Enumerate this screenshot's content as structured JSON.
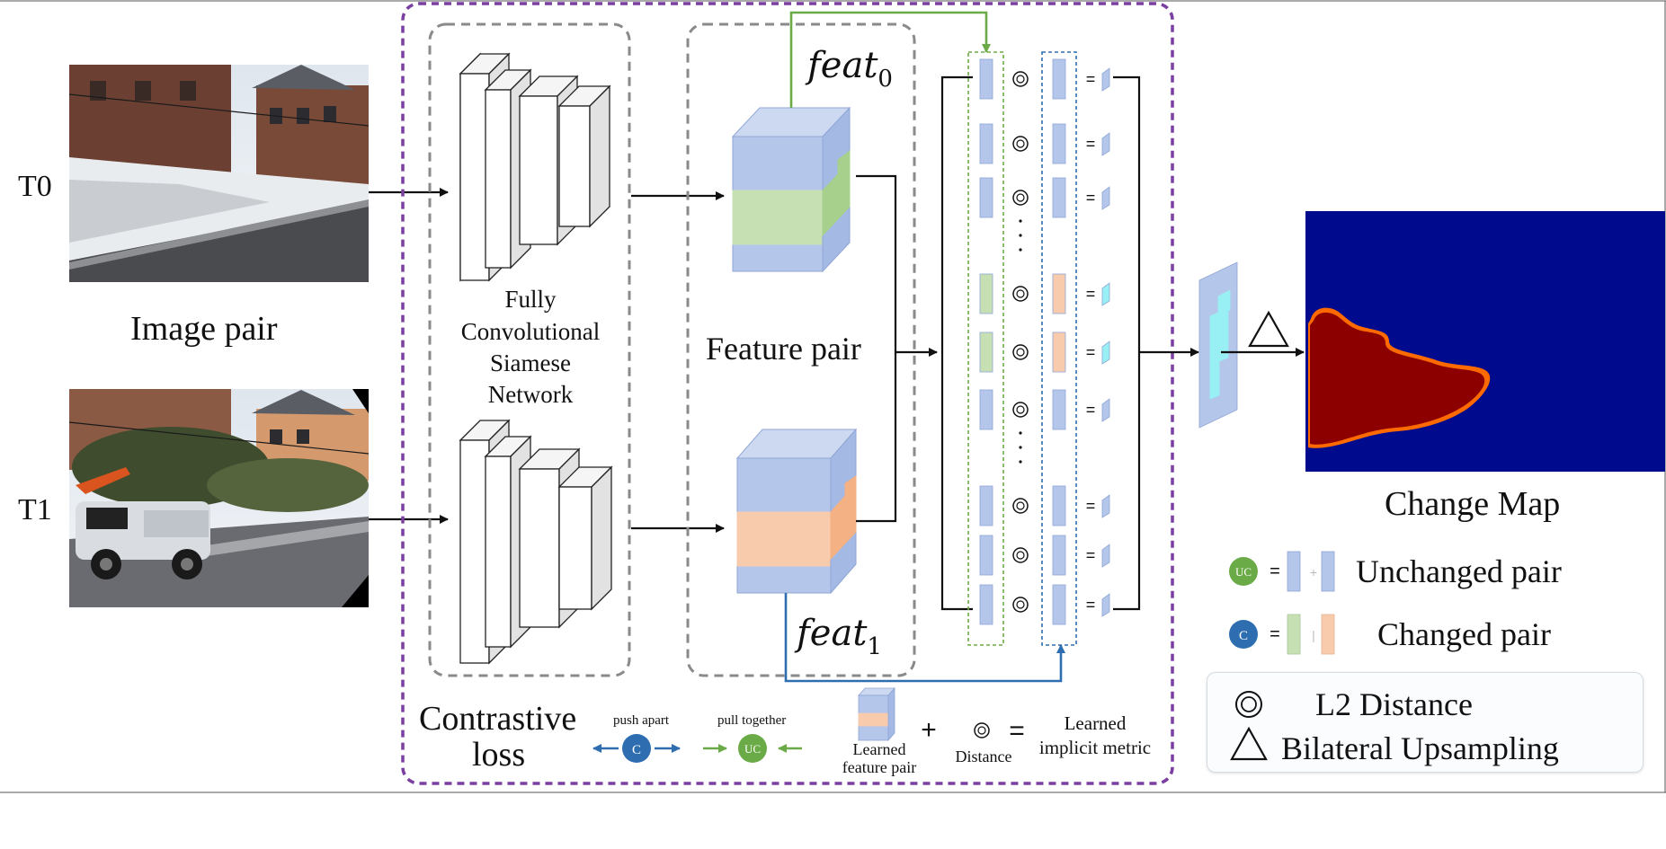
{
  "inputs": {
    "t0_label": "T0",
    "t1_label": "T1",
    "image_pair_label": "Image pair"
  },
  "siamese": {
    "label_line1": "Fully",
    "label_line2": "Convolutional",
    "label_line3": "Siamese",
    "label_line4": "Network"
  },
  "features": {
    "feat0_label": "feat",
    "feat0_sub": "0",
    "feat1_label": "feat",
    "feat1_sub": "1",
    "feature_pair_label": "Feature pair"
  },
  "output": {
    "change_map_label": "Change Map"
  },
  "contrastive": {
    "title_line1": "Contrastive",
    "title_line2": "loss",
    "push_apart": "push apart",
    "pull_together": "pull together",
    "c_badge": "C",
    "uc_badge": "UC",
    "learned_feature_pair_line1": "Learned",
    "learned_feature_pair_line2": "feature pair",
    "plus": "+",
    "distance": "Distance",
    "equals": "=",
    "learned_metric_line1": "Learned",
    "learned_metric_line2": "implicit metric"
  },
  "legend": {
    "uc_badge": "UC",
    "c_badge": "C",
    "equals": "=",
    "unchanged_pair": "Unchanged pair",
    "changed_pair": "Changed pair",
    "l2_distance": "L2 Distance",
    "bilateral_upsampling": "Bilateral Upsampling"
  },
  "colors": {
    "blue_feature": "#b4c6ea",
    "green_feature": "#c6e0b4",
    "orange_feature": "#f8cbad",
    "cyan_change": "#98f0f4",
    "purple_border": "#7a3fa0",
    "green_arrow": "#6aab47",
    "blue_arrow": "#2e6eb0",
    "map_background": "#000a8c",
    "map_change": "#8c0000"
  }
}
